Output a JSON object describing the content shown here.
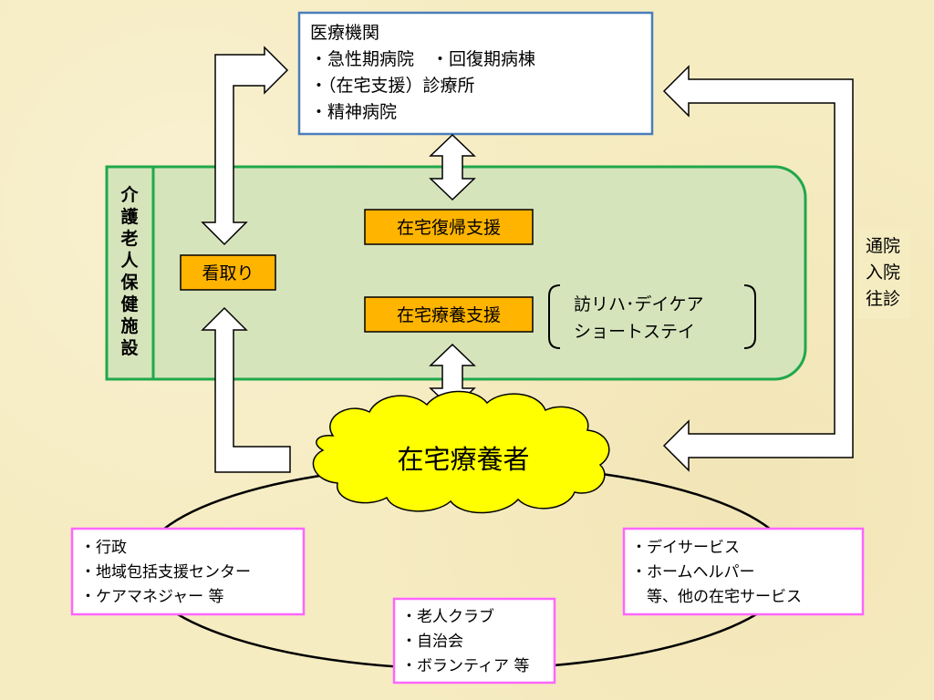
{
  "medical_institutions": {
    "title": "医療機関",
    "lines": [
      "・急性期病院　・回復期病棟",
      "・（在宅支援）診療所",
      "・精神病院"
    ]
  },
  "facility": {
    "vertical_label": [
      "介",
      "護",
      "老",
      "人",
      "保",
      "健",
      "施",
      "設"
    ]
  },
  "home_return_support": "在宅復帰支援",
  "home_care_support": "在宅療養支援",
  "end_of_life_care": "看取り",
  "facility_services": [
    "訪リハ･デイケア",
    "ショートステイ"
  ],
  "side_label": [
    "通院",
    "入院",
    "往診"
  ],
  "home_patient": "在宅療養者",
  "community_left": [
    "・行政",
    "・地域包括支援センター",
    "・ケアマネジャー 等"
  ],
  "community_right": [
    "・デイサービス",
    "・ホームヘルパー",
    "　等、他の在宅サービス"
  ],
  "community_bottom": [
    "・老人クラブ",
    "・自治会",
    "・ボランティア 等"
  ],
  "colors": {
    "medical_box_border": "#4a7ebb",
    "facility_fill": "#d6e4bc",
    "facility_border": "#1fa84a",
    "orange_fill": "#ffb400",
    "cloud_fill": "#ffff00",
    "community_border": "#ff66ff"
  }
}
